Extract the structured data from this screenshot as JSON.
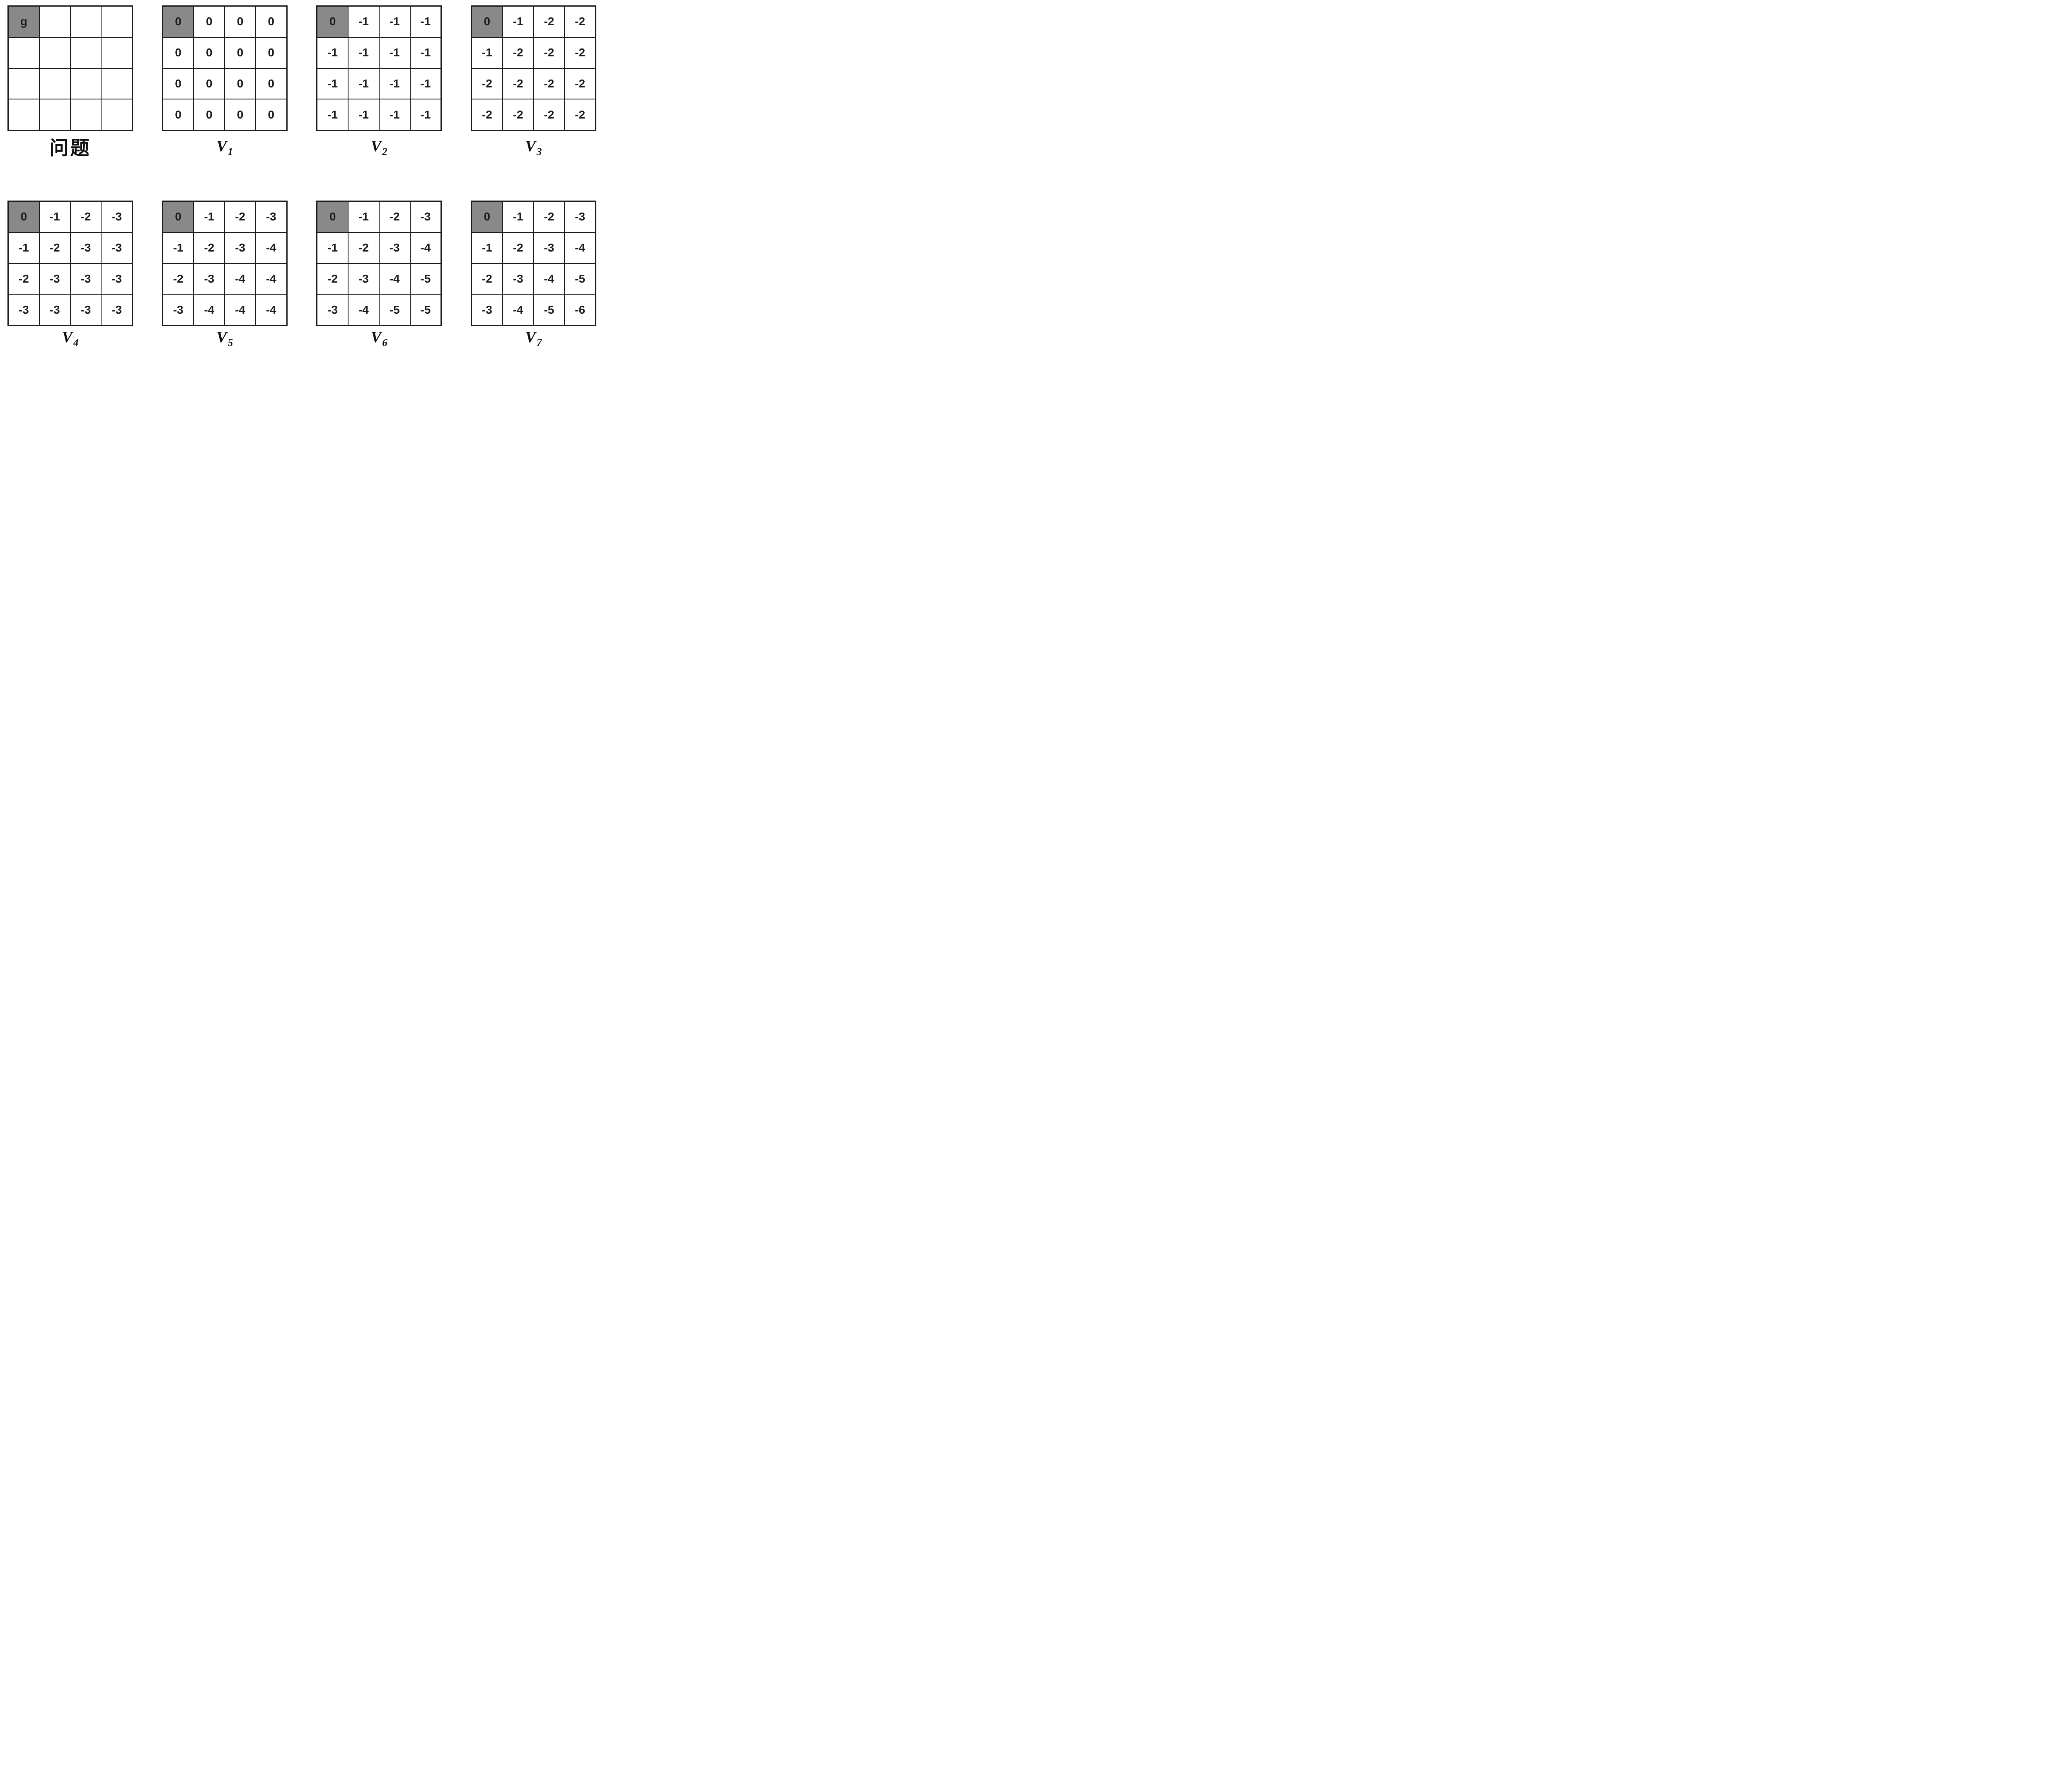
{
  "figure": {
    "type": "gridworld-value-iteration",
    "grid_rows": 4,
    "grid_cols": 4,
    "goal_cell_position": "top-left",
    "colors": {
      "goal_cell_bg": "#898989",
      "cell_bg": "#ffffff",
      "grid_line": "#1c1c1c",
      "text": "#1c1c1c"
    },
    "panels": [
      {
        "id": "problem",
        "caption": "问题",
        "cells": [
          "g",
          "",
          "",
          "",
          "",
          "",
          "",
          "",
          "",
          "",
          "",
          "",
          "",
          "",
          "",
          ""
        ]
      },
      {
        "id": "v1",
        "caption_base": "V",
        "caption_sub": "1",
        "cells": [
          "0",
          "0",
          "0",
          "0",
          "0",
          "0",
          "0",
          "0",
          "0",
          "0",
          "0",
          "0",
          "0",
          "0",
          "0",
          "0"
        ]
      },
      {
        "id": "v2",
        "caption_base": "V",
        "caption_sub": "2",
        "cells": [
          "0",
          "-1",
          "-1",
          "-1",
          "-1",
          "-1",
          "-1",
          "-1",
          "-1",
          "-1",
          "-1",
          "-1",
          "-1",
          "-1",
          "-1",
          "-1"
        ]
      },
      {
        "id": "v3",
        "caption_base": "V",
        "caption_sub": "3",
        "cells": [
          "0",
          "-1",
          "-2",
          "-2",
          "-1",
          "-2",
          "-2",
          "-2",
          "-2",
          "-2",
          "-2",
          "-2",
          "-2",
          "-2",
          "-2",
          "-2"
        ]
      },
      {
        "id": "v4",
        "caption_base": "V",
        "caption_sub": "4",
        "cells": [
          "0",
          "-1",
          "-2",
          "-3",
          "-1",
          "-2",
          "-3",
          "-3",
          "-2",
          "-3",
          "-3",
          "-3",
          "-3",
          "-3",
          "-3",
          "-3"
        ]
      },
      {
        "id": "v5",
        "caption_base": "V",
        "caption_sub": "5",
        "cells": [
          "0",
          "-1",
          "-2",
          "-3",
          "-1",
          "-2",
          "-3",
          "-4",
          "-2",
          "-3",
          "-4",
          "-4",
          "-3",
          "-4",
          "-4",
          "-4"
        ]
      },
      {
        "id": "v6",
        "caption_base": "V",
        "caption_sub": "6",
        "cells": [
          "0",
          "-1",
          "-2",
          "-3",
          "-1",
          "-2",
          "-3",
          "-4",
          "-2",
          "-3",
          "-4",
          "-5",
          "-3",
          "-4",
          "-5",
          "-5"
        ]
      },
      {
        "id": "v7",
        "caption_base": "V",
        "caption_sub": "7",
        "cells": [
          "0",
          "-1",
          "-2",
          "-3",
          "-1",
          "-2",
          "-3",
          "-4",
          "-2",
          "-3",
          "-4",
          "-5",
          "-3",
          "-4",
          "-5",
          "-6"
        ]
      }
    ]
  }
}
